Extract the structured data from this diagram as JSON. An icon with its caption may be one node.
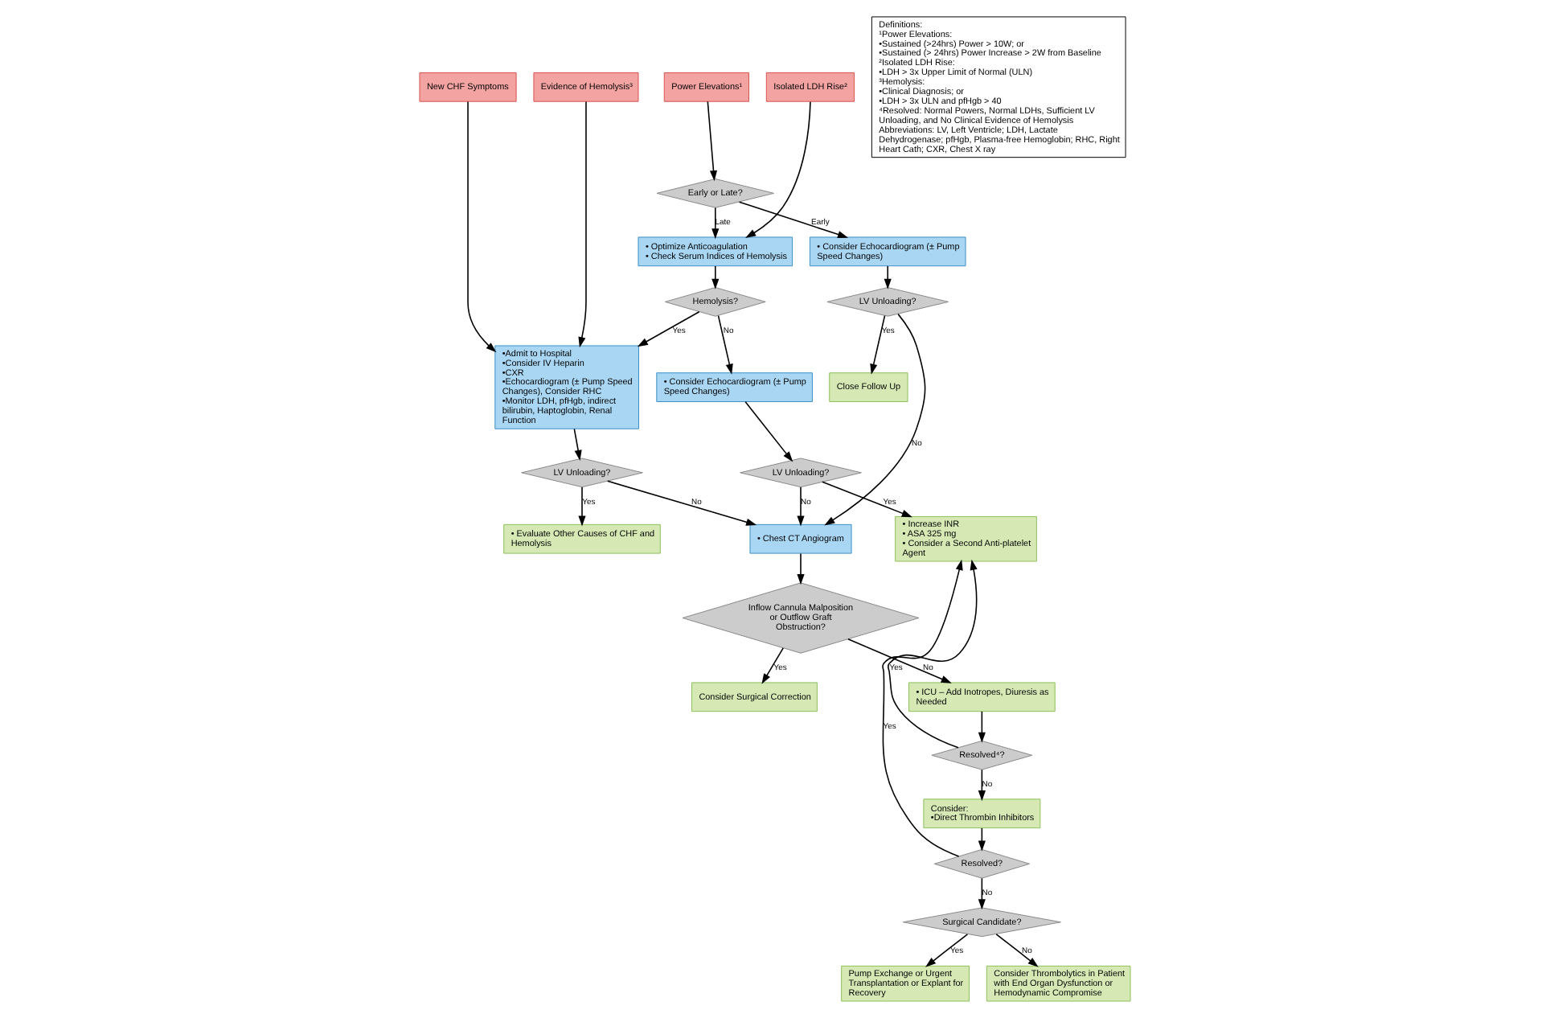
{
  "diagram": {
    "nodes": [
      {
        "text": [
          "Power Elevations¹"
        ]
      },
      {
        "text": [
          "Isolated LDH Rise²"
        ]
      },
      {
        "text": [
          "Evidence of Hemolysis³"
        ]
      },
      {
        "text": [
          "New CHF Symptoms"
        ]
      },
      {
        "text": [
          "Early or Late?"
        ]
      },
      {
        "text": [
          "• Optimize Anticoagulation",
          "• Check Serum Indices of Hemolysis"
        ]
      },
      {
        "text": [
          "•Admit to Hospital",
          "•Consider IV Heparin",
          "•CXR",
          "•Echocardiogram (± Pump Speed Changes), Consider RHC",
          "•Monitor LDH, pfHgb, indirect bilirubin, Haptoglobin, Renal Function"
        ]
      },
      {
        "text": [
          "• Consider Echocardiogram (± Pump Speed Changes)"
        ]
      },
      {
        "text": [
          "Hemolysis?"
        ]
      },
      {
        "text": [
          "• Consider Echocardiogram (± Pump Speed Changes)"
        ]
      },
      {
        "text": [
          "LV Unloading?"
        ]
      },
      {
        "text": [
          "LV Unloading?"
        ]
      },
      {
        "text": [
          "Close Follow Up"
        ]
      },
      {
        "text": [
          "LV Unloading?"
        ]
      },
      {
        "text": [
          "• Chest CT Angiogram"
        ]
      },
      {
        "text": [
          "• Evaluate Other Causes of CHF and Hemolysis"
        ]
      },
      {
        "text": [
          "• Increase INR",
          "• ASA 325 mg",
          "• Consider a Second Anti-platelet Agent"
        ]
      },
      {
        "text": [
          "Inflow Cannula Malposition or Outflow Graft Obstruction?"
        ]
      },
      {
        "text": [
          "Consider Surgical Correction"
        ]
      },
      {
        "text": [
          "Resolved⁴?"
        ]
      },
      {
        "text": [
          "• ICU – Add Inotropes, Diuresis as Needed"
        ]
      },
      {
        "text": [
          "Resolved?"
        ]
      },
      {
        "text": [
          "Consider:",
          "•Direct Thrombin Inhibitors"
        ]
      },
      {
        "text": [
          "Surgical Candidate?"
        ]
      },
      {
        "text": [
          "Pump Exchange or Urgent Transplantation or Explant for Recovery"
        ]
      },
      {
        "text": [
          "Consider Thrombolytics in Patient with End Organ Dysfunction or Hemodynamic Compromise"
        ]
      },
      {
        "text": [
          "Definitions:",
          "¹Power Elevations:",
          "•Sustained (>24hrs) Power > 10W; or",
          "•Sustained (> 24hrs) Power Increase > 2W from Baseline",
          "²Isolated LDH Rise:",
          "•LDH > 3x Upper Limit of Normal (ULN)",
          "³Hemolysis:",
          "•Clinical Diagnosis; or",
          "•LDH > 3x ULN and pfHgb > 40",
          "⁴Resolved: Normal Powers, Normal LDHs, Sufficient LV Unloading, and No Clinical Evidence of Hemolysis",
          "Abbreviations: LV, Left Ventricle; LDH, Lactate Dehydrogenase; pfHgb, Plasma-free Hemoglobin; RHC, Right Heart Cath; CXR, Chest X ray"
        ]
      }
    ],
    "edges": [
      {
        "from": 0,
        "to": 4,
        "arrow": "to"
      },
      {
        "from": 4,
        "to": 5,
        "arrow": "to",
        "label": "Late"
      },
      {
        "from": 4,
        "to": 7,
        "arrow": "to",
        "label": "Early"
      },
      {
        "from": 1,
        "to": 5,
        "arrow": "to"
      },
      {
        "from": 5,
        "to": 8,
        "arrow": "to"
      },
      {
        "from": 8,
        "to": 6,
        "arrow": "to",
        "label": "Yes"
      },
      {
        "from": 8,
        "to": 9,
        "arrow": "to",
        "label": "No"
      },
      {
        "from": 2,
        "to": 6,
        "arrow": "to"
      },
      {
        "from": 3,
        "to": 6,
        "arrow": "to"
      },
      {
        "from": 7,
        "to": 10,
        "arrow": "to"
      },
      {
        "from": 10,
        "to": 12,
        "arrow": "to",
        "label": "Yes"
      },
      {
        "from": 10,
        "to": 14,
        "arrow": "to",
        "label": "No"
      },
      {
        "from": 9,
        "to": 13,
        "arrow": "to"
      },
      {
        "from": 13,
        "to": 16,
        "arrow": "to",
        "label": "Yes"
      },
      {
        "from": 13,
        "to": 14,
        "arrow": "to",
        "label": "No"
      },
      {
        "from": 6,
        "to": 11,
        "arrow": "to"
      },
      {
        "from": 11,
        "to": 15,
        "arrow": "to",
        "label": "Yes"
      },
      {
        "from": 11,
        "to": 14,
        "arrow": "to",
        "label": "No"
      },
      {
        "from": 14,
        "to": 17,
        "arrow": "to"
      },
      {
        "from": 17,
        "to": 18,
        "arrow": "to",
        "label": "Yes"
      },
      {
        "from": 17,
        "to": 20,
        "arrow": "to",
        "label": "No"
      },
      {
        "from": 20,
        "to": 19,
        "arrow": "to"
      },
      {
        "from": 19,
        "to": 16,
        "arrow": "to",
        "label": "Yes"
      },
      {
        "from": 19,
        "to": 22,
        "arrow": "to",
        "label": "No"
      },
      {
        "from": 22,
        "to": 21,
        "arrow": "to"
      },
      {
        "from": 21,
        "to": 16,
        "arrow": "to",
        "label": "Yes"
      },
      {
        "from": 21,
        "to": 23,
        "arrow": "to",
        "label": "No"
      },
      {
        "from": 23,
        "to": 24,
        "arrow": "to",
        "label": "Yes"
      },
      {
        "from": 23,
        "to": 25,
        "arrow": "to",
        "label": "No"
      }
    ]
  }
}
